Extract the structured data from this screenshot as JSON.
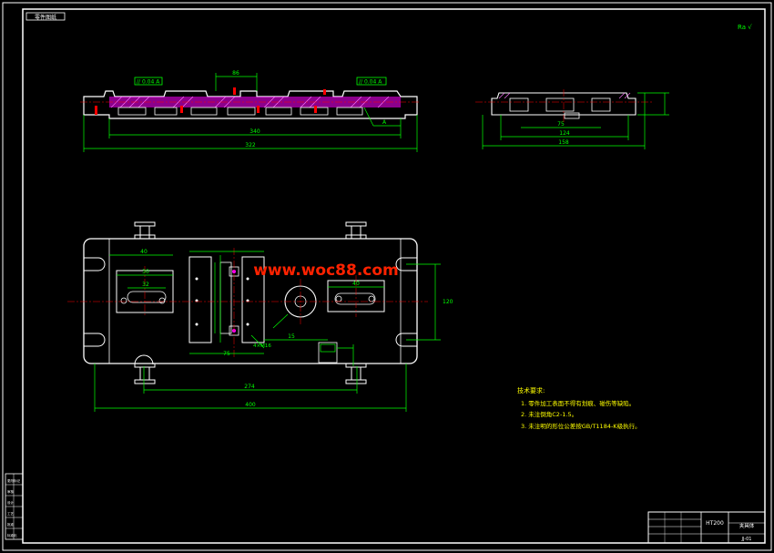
{
  "sheet": {
    "corner_label": "零件图纸",
    "roughness_note": "Ra √",
    "watermark": "www.woc88.com"
  },
  "top_view": {
    "tolerance_left": "// 0.04 A",
    "tolerance_right": "// 0.04 A",
    "dim_top": "86",
    "dim_inner": "340",
    "dim_overall": "322",
    "label_a": "A"
  },
  "side_view": {
    "dim_overall": "158",
    "dim_inner": "124",
    "dim_mid": "75"
  },
  "plan_view": {
    "dim_slot_w": "40",
    "dim_hole_left": "32",
    "dim_left_a": "30",
    "dim_right_a": "40",
    "dim_center": "15",
    "dim_pitch": "274",
    "dim_total": "400",
    "dim_height": "120",
    "hole_note": "4×M16",
    "dim_slot_len": "75"
  },
  "tech_notes": {
    "heading": "技术要求:",
    "items": [
      "1. 零件加工表面不得有划痕、碰伤等缺陷。",
      "2. 未注倒角C2-1.5。",
      "3. 未注明的形位公差按GB/T1184-K级执行。"
    ]
  },
  "title_block": {
    "material": "HT200",
    "part_name": "夹具体",
    "drawing_no": "JJ-01"
  },
  "revision_block": {
    "rows": [
      "更改标记",
      "审核",
      "设计",
      "工艺",
      "批准",
      "标准化"
    ]
  },
  "colors": {
    "outline": "#ffffff",
    "dimension": "#00ff00",
    "centerline": "#ff0000",
    "section": "#ff00ff",
    "accent": "#ffff00",
    "watermark": "#ff2200"
  }
}
